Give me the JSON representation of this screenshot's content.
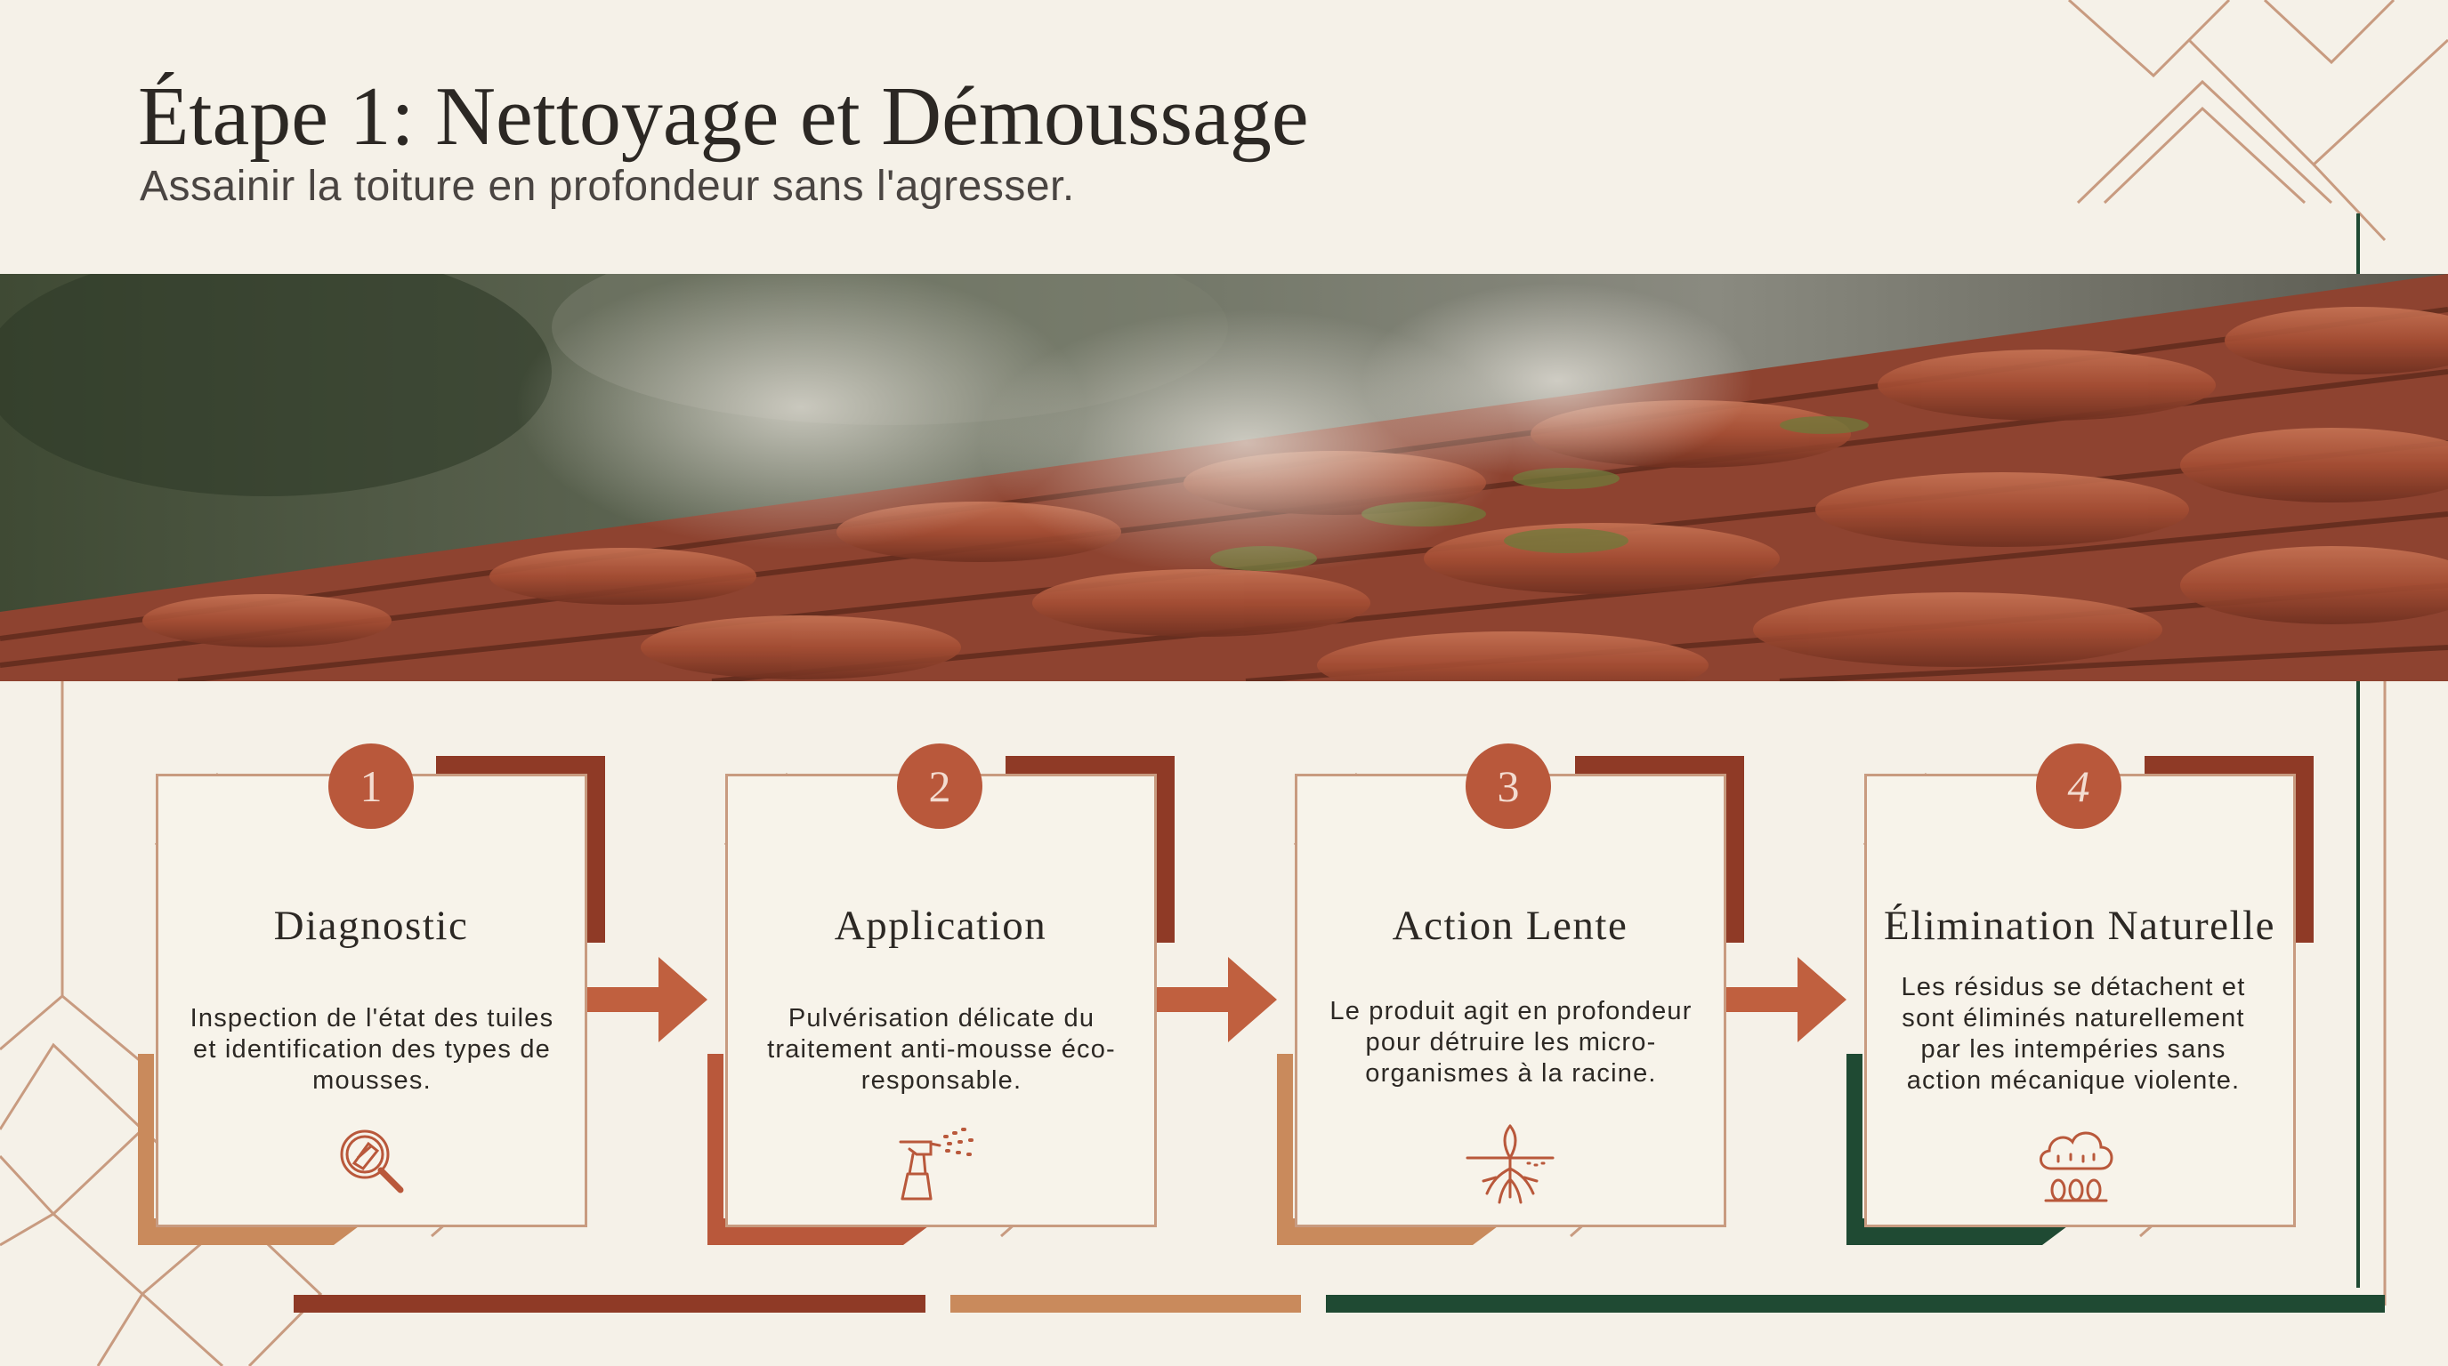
{
  "header": {
    "title": "Étape 1: Nettoyage et Démoussage",
    "subtitle": "Assainir la toiture en profondeur sans l'agresser."
  },
  "colors": {
    "background": "#f5f1e8",
    "terracotta": "#b9583b",
    "rust": "#8f3a26",
    "sand": "#c98a5c",
    "forest": "#1f4a33",
    "line": "#c89b80"
  },
  "steps": [
    {
      "number": "1",
      "title": "Diagnostic",
      "text": "Inspection de l'état des tuiles et identification des types de mousses.",
      "icon": "magnifier-tile-icon"
    },
    {
      "number": "2",
      "title": "Application",
      "text": "Pulvérisation délicate du traitement anti-mousse éco-responsable.",
      "icon": "spray-bottle-icon"
    },
    {
      "number": "3",
      "title": "Action Lente",
      "text": "Le produit agit en profondeur pour détruire les micro-organismes à la racine.",
      "icon": "roots-icon"
    },
    {
      "number": "4",
      "title": "Élimination Naturelle",
      "text": "Les résidus se détachent et sont éliminés naturellement par les intempéries sans action mécanique violente.",
      "icon": "rain-cloud-icon"
    }
  ]
}
